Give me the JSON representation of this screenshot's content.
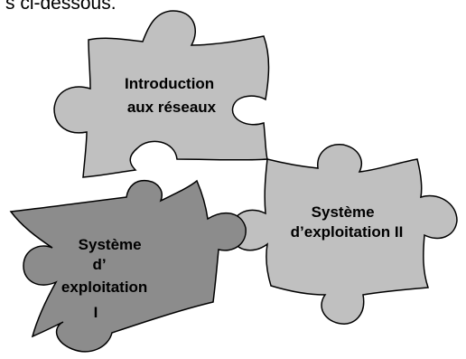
{
  "header": {
    "text": "s ci-dessous."
  },
  "pieces": [
    {
      "id": "intro-reseaux",
      "lines": [
        "Introduction",
        "aux réseaux"
      ],
      "fill": "#c0c0c0"
    },
    {
      "id": "systeme-exploitation-ii",
      "lines": [
        "Système",
        "d’exploitation II"
      ],
      "fill": "#c0c0c0"
    },
    {
      "id": "systeme-exploitation-i",
      "lines": [
        "Système",
        "d’",
        "exploitation",
        "I"
      ],
      "fill": "#8c8c8c"
    }
  ],
  "colors": {
    "light_piece": "#c0c0c0",
    "dark_piece": "#8c8c8c",
    "outline": "#000000"
  }
}
